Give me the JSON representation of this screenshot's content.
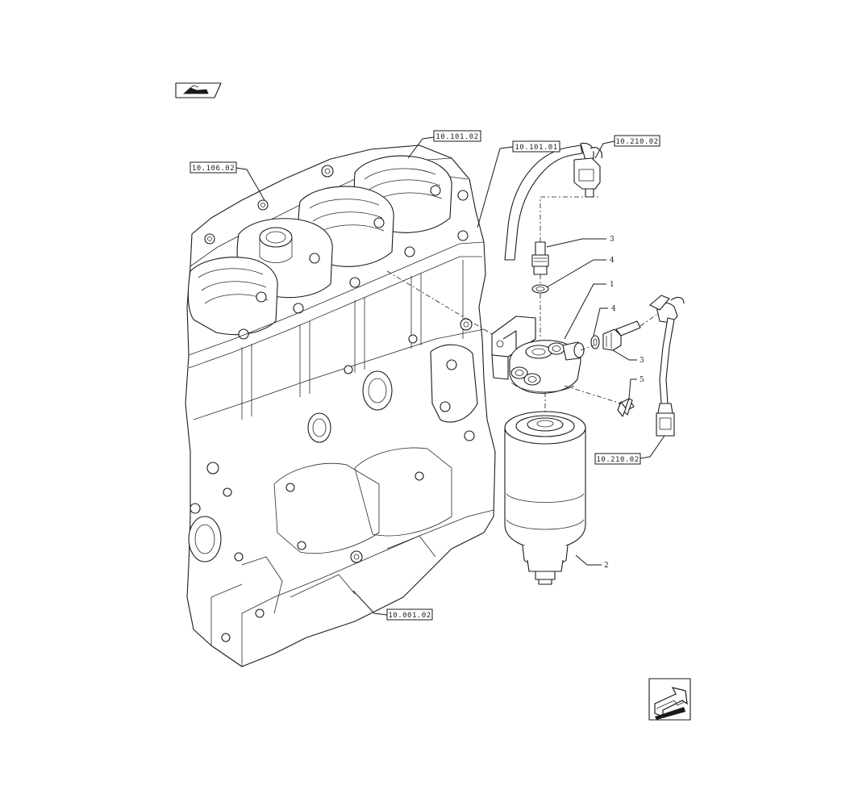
{
  "references": {
    "r1": "10.101.02",
    "r2": "10.101.01",
    "r3": "10.210.02",
    "r4": "10.106.02",
    "r5": "10.210.02",
    "r6": "10.001.02"
  },
  "callouts": {
    "c1": "3",
    "c2": "4",
    "c3": "1",
    "c4": "4",
    "c5": "3",
    "c6": "5",
    "c7": "2"
  },
  "icons": {
    "top_left": "previous-page-arrow-icon",
    "bottom_right": "next-page-arrow-icon"
  }
}
